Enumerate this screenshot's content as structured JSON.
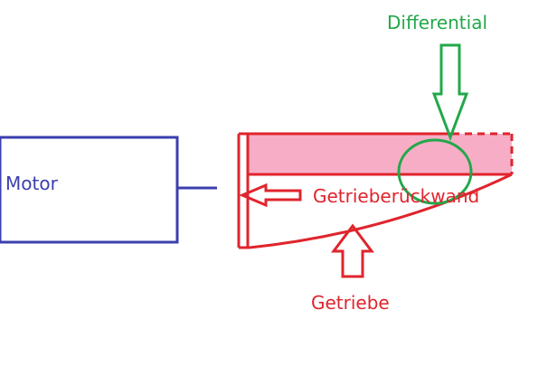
{
  "labels": {
    "differential": "Differential",
    "motor": "Motor",
    "gearbox_wall": "Getrieberückwand",
    "gearbox": "Getriebe"
  },
  "colors": {
    "motor": "#3b3fae",
    "gearbox": "#e0242c",
    "differential": "#22a84a",
    "pink_fill": "#f7adc6"
  }
}
